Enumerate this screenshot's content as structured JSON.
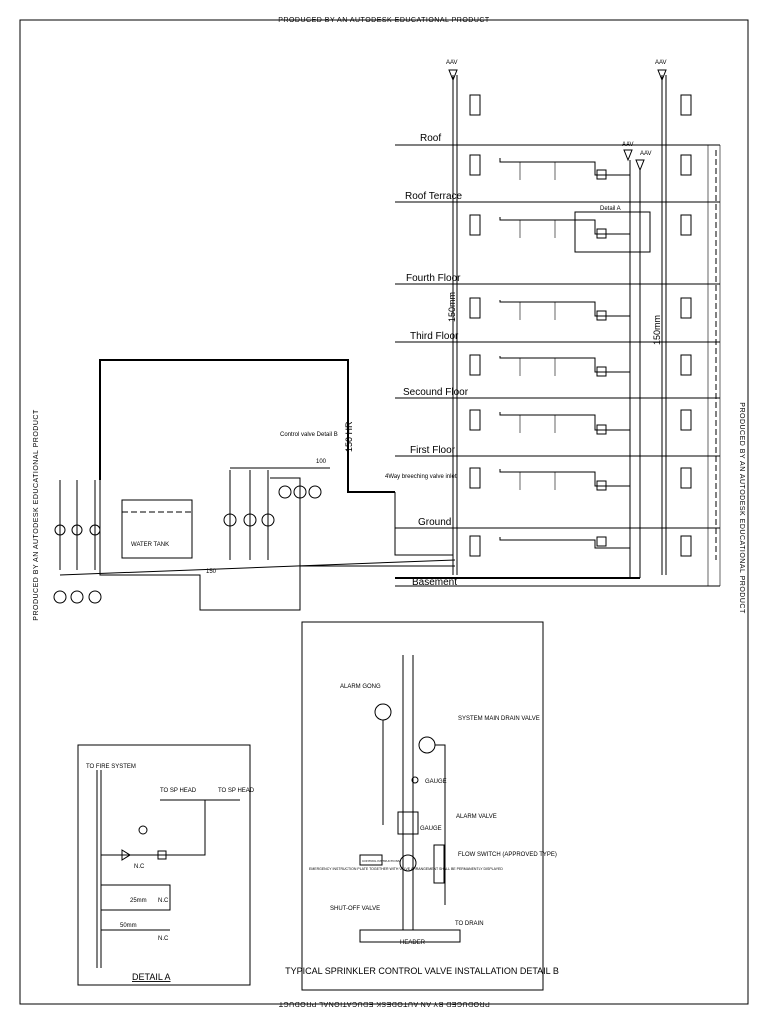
{
  "watermark": "PRODUCED BY AN AUTODESK EDUCATIONAL PRODUCT",
  "floors": [
    "Roof",
    "Roof Terrace",
    "Fourth Floor",
    "Third Floor",
    "Secound Floor",
    "First Floor",
    "Ground",
    "Basement"
  ],
  "labels": {
    "aav": "AAV",
    "detail_a_tag": "Detail A",
    "pipe_150mm": "150mm",
    "pipe_150_hr": "150 HR",
    "control_valve": "Control valve Detail B",
    "size_100": "100",
    "size_150": "150",
    "breeching_inlet": "4Way breeching valve inlet",
    "tank": "WATER TANK"
  },
  "detail_a": {
    "title": "DETAIL A",
    "to_fire_system": "TO FIRE SYSTEM",
    "to_sp_head_1": "TO SP HEAD",
    "to_sp_head_2": "TO SP HEAD",
    "size_25": "25mm",
    "size_50": "50mm",
    "nc1": "N.C",
    "nc2": "N.C",
    "nc3": "N.C"
  },
  "detail_b": {
    "title": "TYPICAL SPRINKLER CONTROL VALVE INSTALLATION DETAIL B",
    "alarm_gong": "ALARM GONG",
    "system_drain": "SYSTEM MAIN DRAIN VALVE",
    "gauge_top": "GAUGE",
    "gauge_mid": "GAUGE",
    "alarm_valve": "ALARM VALVE",
    "flow_switch": "FLOW SWITCH (APPROVED TYPE)",
    "instruction_note": "EMERGENCY INSTRUCTION PLATE TOGETHER WITH VALVE ARRANGEMENT SHALL BE PERMANENTLY DISPLAYED",
    "shut_off": "SHUT-OFF VALVE",
    "to_drain": "TO DRAIN",
    "header": "HEADER",
    "ctrl_box": "CONTROL INSTRUCTIONS"
  }
}
